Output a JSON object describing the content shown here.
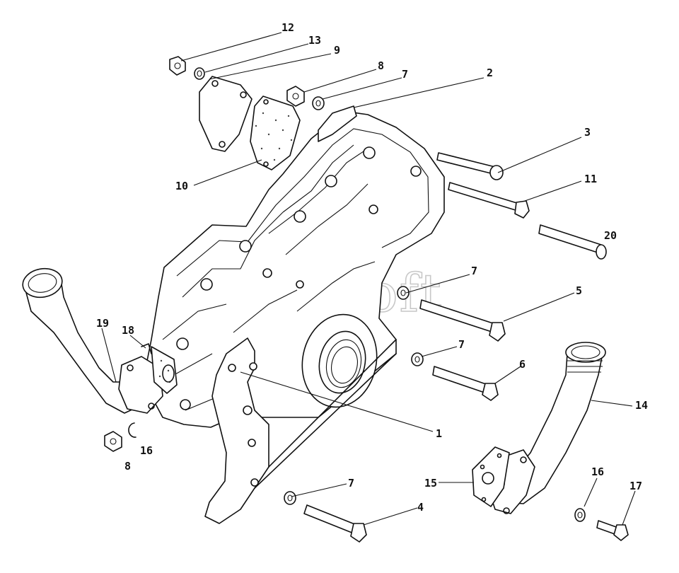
{
  "watermark": "AutoSoft",
  "callouts": [
    {
      "id": "c12a",
      "label": "12"
    },
    {
      "id": "c13",
      "label": "13"
    },
    {
      "id": "c9",
      "label": "9"
    },
    {
      "id": "c8a",
      "label": "8"
    },
    {
      "id": "c7a",
      "label": "7"
    },
    {
      "id": "c2",
      "label": "2"
    },
    {
      "id": "c3",
      "label": "3"
    },
    {
      "id": "c11",
      "label": "11"
    },
    {
      "id": "c10",
      "label": "10"
    },
    {
      "id": "c20",
      "label": "20"
    },
    {
      "id": "c7b",
      "label": "7"
    },
    {
      "id": "c5",
      "label": "5"
    },
    {
      "id": "c19",
      "label": "19"
    },
    {
      "id": "c18",
      "label": "18"
    },
    {
      "id": "c7c",
      "label": "7"
    },
    {
      "id": "c6",
      "label": "6"
    },
    {
      "id": "c14",
      "label": "14"
    },
    {
      "id": "c1",
      "label": "1"
    },
    {
      "id": "c16a",
      "label": "16"
    },
    {
      "id": "c8b",
      "label": "8"
    },
    {
      "id": "c15",
      "label": "15"
    },
    {
      "id": "c16b",
      "label": "16"
    },
    {
      "id": "c17",
      "label": "17"
    },
    {
      "id": "c7d",
      "label": "7"
    },
    {
      "id": "c4",
      "label": "4"
    }
  ]
}
